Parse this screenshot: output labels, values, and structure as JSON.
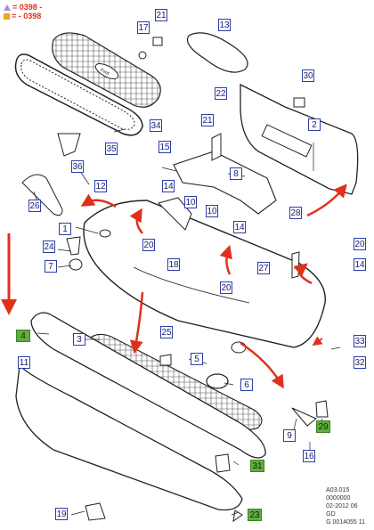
{
  "legend": {
    "purple_triangle": {
      "color": "#a98bd6",
      "text": "= 0398 -"
    },
    "orange_square": {
      "color": "#f1a31a",
      "text": "= - 0398"
    }
  },
  "callouts": [
    "1",
    "2",
    "3",
    "4",
    "5",
    "6",
    "7",
    "8",
    "9",
    "10",
    "11",
    "12",
    "13",
    "14",
    "15",
    "16",
    "17",
    "18",
    "19",
    "20",
    "21",
    "22",
    "23",
    "24",
    "25",
    "26",
    "27",
    "28",
    "29",
    "30",
    "31",
    "32",
    "33",
    "34",
    "35",
    "36"
  ],
  "colors": {
    "label_border": "#2b3fa8",
    "label_text": "#1a1a7a",
    "highlight_green": "#5fae3d",
    "arrow_red": "#e0301c"
  },
  "stamp": {
    "line1": "A03.015",
    "line2": "0000000",
    "line3": "02-2012 06",
    "line4": "GD",
    "line5": "G 0014055 11"
  }
}
